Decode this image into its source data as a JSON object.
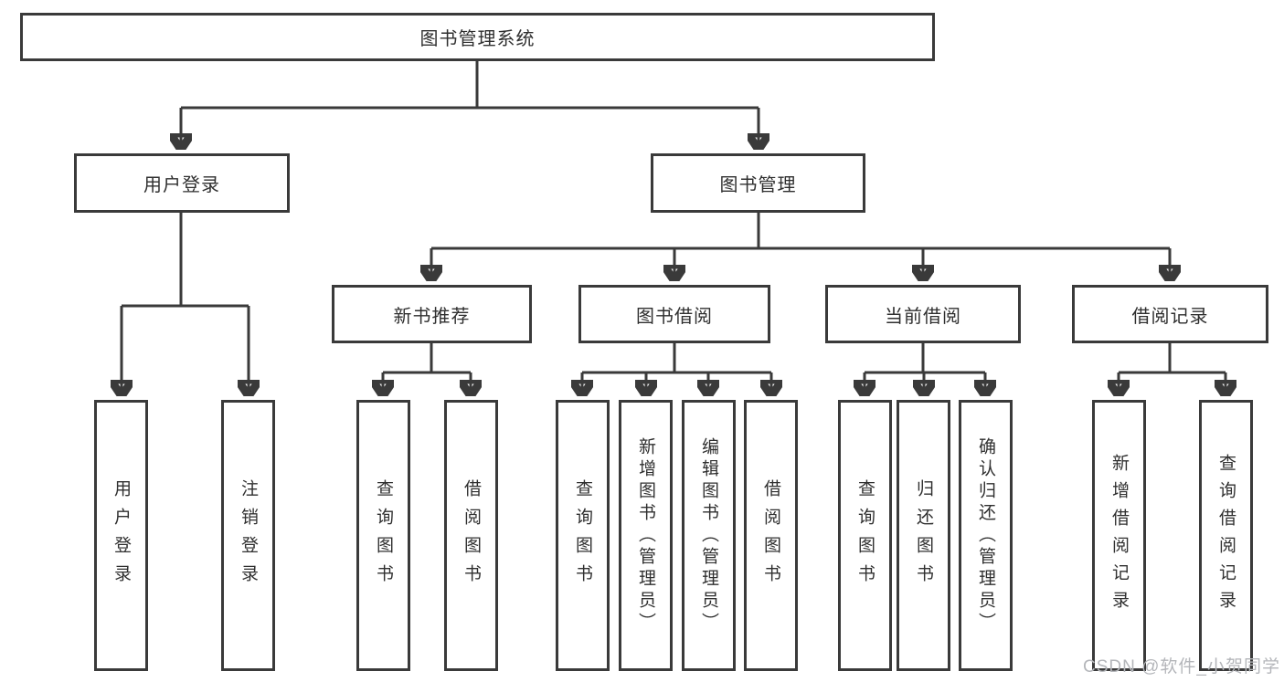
{
  "colors": {
    "line": "#3a3a3a",
    "box_border": "#3a3a3a",
    "text": "#2f2f2f",
    "background": "#ffffff",
    "watermark": "#b4b6ba"
  },
  "watermark": {
    "text": "CSDN @软件_小贺同学"
  },
  "tree": {
    "root": {
      "label": "图书管理系统",
      "children": [
        {
          "label": "用户登录",
          "children": [
            {
              "label": "用户登录"
            },
            {
              "label": "注销登录"
            }
          ]
        },
        {
          "label": "图书管理",
          "children": [
            {
              "label": "新书推荐",
              "children": [
                {
                  "label": "查询图书"
                },
                {
                  "label": "借阅图书"
                }
              ]
            },
            {
              "label": "图书借阅",
              "children": [
                {
                  "label": "查询图书"
                },
                {
                  "label": "新增图书（管理员）"
                },
                {
                  "label": "编辑图书（管理员）"
                },
                {
                  "label": "借阅图书"
                }
              ]
            },
            {
              "label": "当前借阅",
              "children": [
                {
                  "label": "查询图书"
                },
                {
                  "label": "归还图书"
                },
                {
                  "label": "确认归还（管理员）"
                }
              ]
            },
            {
              "label": "借阅记录",
              "children": [
                {
                  "label": "新增借阅记录"
                },
                {
                  "label": "查询借阅记录"
                }
              ]
            }
          ]
        }
      ]
    }
  }
}
